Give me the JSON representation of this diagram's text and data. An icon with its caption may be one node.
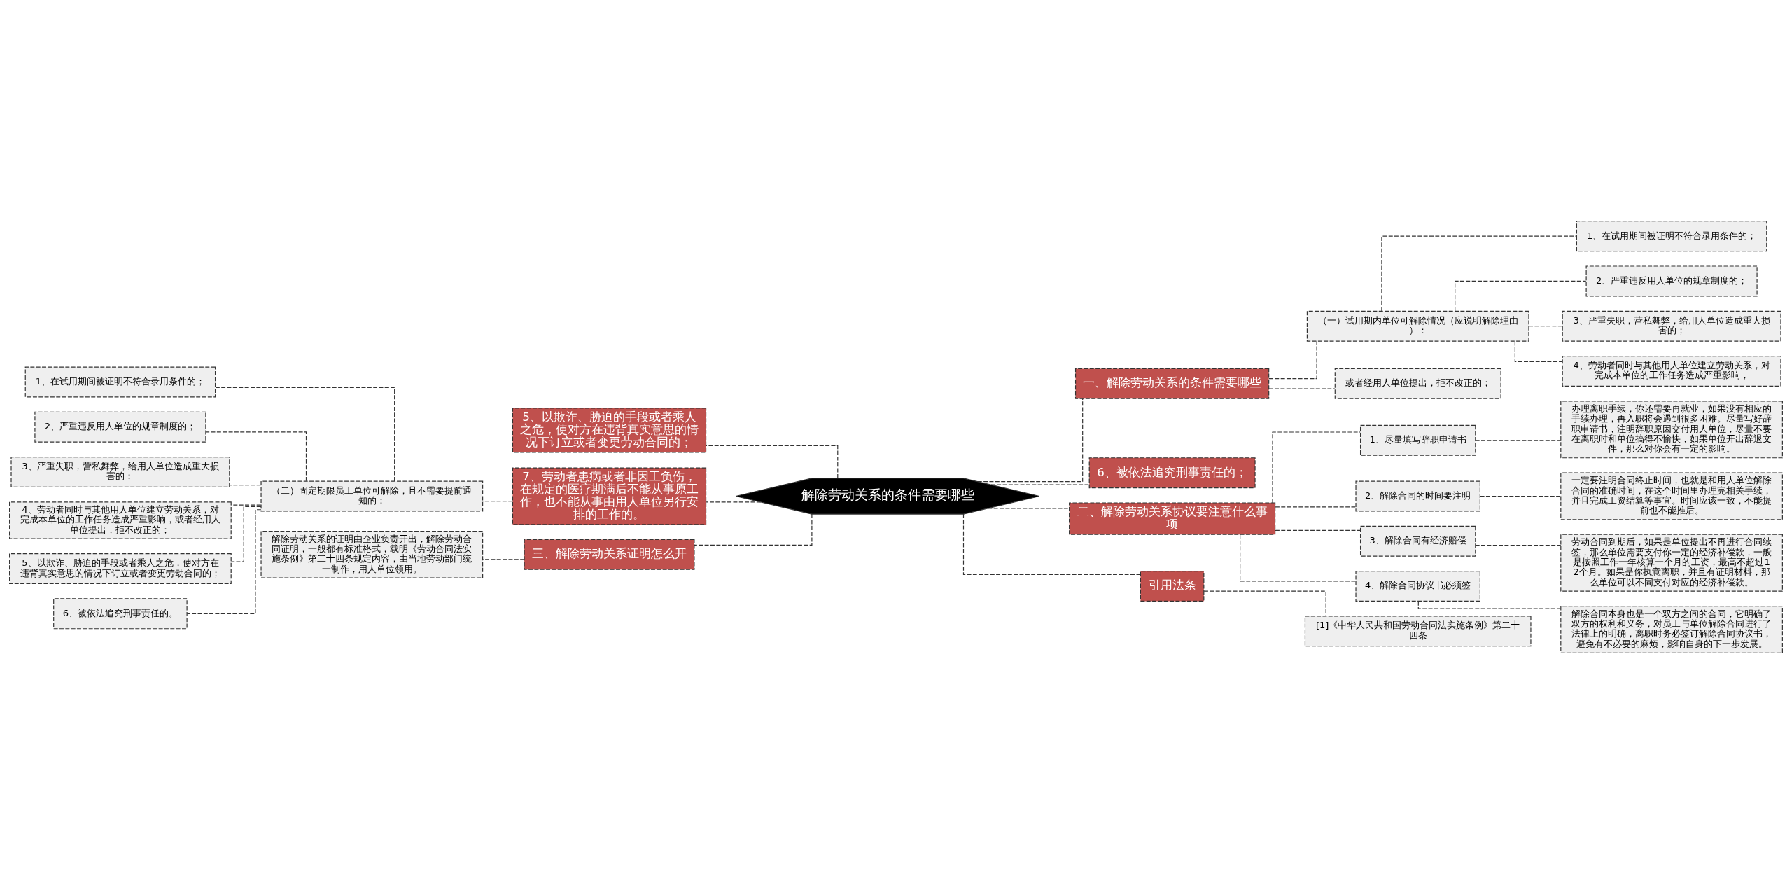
{
  "diagram": {
    "nodes": [
      {
        "text": [
          "解除劳动关系的条件需要哪些"
        ]
      },
      {
        "text": [
          "一、解除劳动关系的条件需要哪些"
        ]
      },
      {
        "text": [
          "（一）试用期内单位可解除情况（应说明解除理由）："
        ]
      },
      {
        "text": [
          "1、在试用期间被证明不符合录用条件的；"
        ]
      },
      {
        "text": [
          "2、严重违反用人单位的规章制度的；"
        ]
      },
      {
        "text": [
          "3、严重失职，营私舞弊，给用人单位造成重大损害的；"
        ]
      },
      {
        "text": [
          "4、劳动者同时与其他用人单位建立劳动关系，对完成本单位的工作任务造成严重影响，"
        ]
      },
      {
        "text": [
          "或者经用人单位提出，拒不改正的；"
        ]
      },
      {
        "text": [
          "6、被依法追究刑事责任的；"
        ]
      },
      {
        "text": [
          "二、解除劳动关系协议要注意什么事项"
        ]
      },
      {
        "text": [
          "1、尽量填写辞职申请书"
        ]
      },
      {
        "text": [
          "办理离职手续，你还需要再就业，如果没有相应的手续办理，再入职将会遇到很多困难。尽量写好辞职申请书，注明辞职原因交付用人单位，尽量不要在离职时和单位搞得不愉快，如果单位开出辞退文件，那么对你会有一定的影响。"
        ]
      },
      {
        "text": [
          "2、解除合同的时间要注明"
        ]
      },
      {
        "text": [
          "一定要注明合同终止时间，也就是和用人单位解除合同的准确时间，在这个时间里办理完相关手续，并且完成工资结算等事宜。时间应该一致，不能提前也不能推后。"
        ]
      },
      {
        "text": [
          "3、解除合同有经济赔偿"
        ]
      },
      {
        "text": [
          "劳动合同到期后，如果是单位提出不再进行合同续签，那么单位需要支付你一定的经济补偿款，一般是按照工作一年核算一个月的工资，最高不超过12个月。如果是你执意离职，并且有证明材料，那么单位可以不同支付对应的经济补偿款。"
        ]
      },
      {
        "text": [
          "4、解除合同协议书必须签"
        ]
      },
      {
        "text": [
          "解除合同本身也是一个双方之间的合同，它明确了双方的权利和义务，对员工与单位解除合同进行了法律上的明确，离职时务必签订解除合同协议书，避免有不必要的麻烦，影响自身的下一步发展。"
        ]
      },
      {
        "text": [
          "引用法条"
        ]
      },
      {
        "text": [
          "[1]《中华人民共和国劳动合同法实施条例》第二十四条"
        ]
      },
      {
        "text": [
          "5、以欺诈、胁迫的手段或者乘人之危，使对方在违背真实意思的情况下订立或者变更劳动合同的；"
        ]
      },
      {
        "text": [
          "7、劳动者患病或者非因工负伤，在规定的医疗期满后不能从事原工作，也不能从事由用人单位另行安排的工作的。"
        ]
      },
      {
        "text": [
          "（二）固定期限员工单位可解除，且不需要提前通知的："
        ]
      },
      {
        "text": [
          "1、在试用期间被证明不符合录用条件的；"
        ]
      },
      {
        "text": [
          "2、严重违反用人单位的规章制度的；"
        ]
      },
      {
        "text": [
          "3、严重失职，营私舞弊，给用人单位造成重大损害的；"
        ]
      },
      {
        "text": [
          "4、劳动者同时与其他用人单位建立劳动关系，对完成本单位的工作任务造成严重影响，或者经用人单位提出，拒不改正的；"
        ]
      },
      {
        "text": [
          "5、以欺诈、胁迫的手段或者乘人之危，使对方在违背真实意思的情况下订立或者变更劳动合同的；"
        ]
      },
      {
        "text": [
          "6、被依法追究刑事责任的。"
        ]
      },
      {
        "text": [
          "三、解除劳动关系证明怎么开"
        ]
      },
      {
        "text": [
          "解除劳动关系的证明由企业负责开出，解除劳动合同证明，一般都有标准格式，载明《劳动合同法实施条例》第二十四条规定内容，由当地劳动部门统一制作，用人单位领用。"
        ]
      }
    ],
    "edges": [
      {
        "from": 0,
        "to": 1,
        "arrow": "none",
        "style": "dashed"
      },
      {
        "from": 1,
        "to": 2,
        "arrow": "none",
        "style": "dashed"
      },
      {
        "from": 2,
        "to": 3,
        "arrow": "none",
        "style": "dashed"
      },
      {
        "from": 2,
        "to": 4,
        "arrow": "none",
        "style": "dashed"
      },
      {
        "from": 2,
        "to": 5,
        "arrow": "none",
        "style": "dashed"
      },
      {
        "from": 2,
        "to": 6,
        "arrow": "none",
        "style": "dashed"
      },
      {
        "from": 1,
        "to": 7,
        "arrow": "none",
        "style": "dashed"
      },
      {
        "from": 0,
        "to": 8,
        "arrow": "none",
        "style": "dashed"
      },
      {
        "from": 0,
        "to": 9,
        "arrow": "none",
        "style": "dashed"
      },
      {
        "from": 9,
        "to": 10,
        "arrow": "none",
        "style": "dashed"
      },
      {
        "from": 10,
        "to": 11,
        "arrow": "none",
        "style": "dashed"
      },
      {
        "from": 9,
        "to": 12,
        "arrow": "none",
        "style": "dashed"
      },
      {
        "from": 12,
        "to": 13,
        "arrow": "none",
        "style": "dashed"
      },
      {
        "from": 9,
        "to": 14,
        "arrow": "none",
        "style": "dashed"
      },
      {
        "from": 14,
        "to": 15,
        "arrow": "none",
        "style": "dashed"
      },
      {
        "from": 9,
        "to": 16,
        "arrow": "none",
        "style": "dashed"
      },
      {
        "from": 16,
        "to": 17,
        "arrow": "none",
        "style": "dashed"
      },
      {
        "from": 0,
        "to": 18,
        "arrow": "none",
        "style": "dashed"
      },
      {
        "from": 18,
        "to": 19,
        "arrow": "none",
        "style": "dashed"
      },
      {
        "from": 0,
        "to": 20,
        "arrow": "none",
        "style": "dashed"
      },
      {
        "from": 0,
        "to": 21,
        "arrow": "none",
        "style": "dashed"
      },
      {
        "from": 21,
        "to": 22,
        "arrow": "none",
        "style": "dashed"
      },
      {
        "from": 22,
        "to": 23,
        "arrow": "none",
        "style": "dashed"
      },
      {
        "from": 22,
        "to": 24,
        "arrow": "none",
        "style": "dashed"
      },
      {
        "from": 22,
        "to": 25,
        "arrow": "none",
        "style": "dashed"
      },
      {
        "from": 22,
        "to": 26,
        "arrow": "none",
        "style": "dashed"
      },
      {
        "from": 22,
        "to": 27,
        "arrow": "none",
        "style": "dashed"
      },
      {
        "from": 22,
        "to": 28,
        "arrow": "none",
        "style": "dashed"
      },
      {
        "from": 0,
        "to": 29,
        "arrow": "none",
        "style": "dashed"
      },
      {
        "from": 29,
        "to": 30,
        "arrow": "none",
        "style": "dashed"
      }
    ]
  }
}
